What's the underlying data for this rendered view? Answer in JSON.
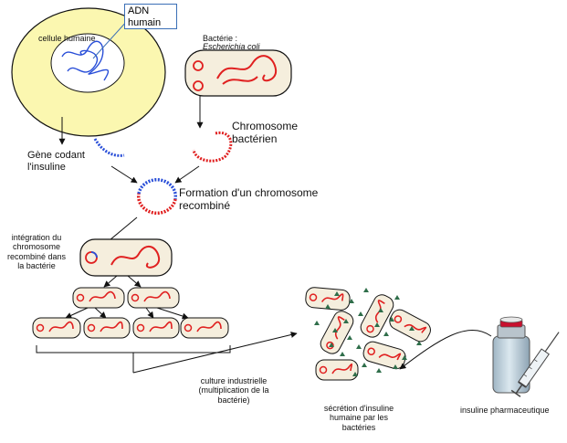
{
  "labels": {
    "human_cell": "cellule humaine",
    "dna": "ADN humain",
    "bacteria_title": "Bactérie :",
    "bacteria_species": "Escherichia coli",
    "bacterial_chromosome": "Chromosome bactérien",
    "insulin_gene": "Gène codant l'insuline",
    "recombinant_formation": "Formation d'un chromosome recombiné",
    "integration": "intégration du chromosome recombiné dans la bactérie",
    "industrial_culture": "culture industrielle (multiplication de la bactérie)",
    "secretion": "sécrétion d'insuline humaine par les bactéries",
    "pharma_insulin": "insuline pharmaceutique"
  },
  "colors": {
    "cell_fill": "#fbf7b0",
    "bacteria_fill": "#f5eedd",
    "chromosome_red": "#e02020",
    "gene_blue": "#2a4fd8",
    "insulin_green": "#2f6e4a",
    "box_border": "#3b6fb6"
  },
  "icons": [
    "arrow-icon",
    "syringe-icon",
    "insulin-vial-icon",
    "insulin-molecule-icon"
  ]
}
